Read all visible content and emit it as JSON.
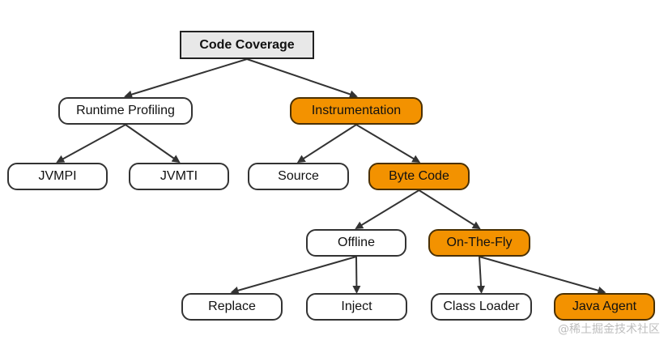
{
  "colors": {
    "highlight": "#f39200",
    "root_fill": "#e8e8e8",
    "default_fill": "#ffffff",
    "edge": "#333333"
  },
  "nodes": {
    "code_coverage": "Code Coverage",
    "runtime_profiling": "Runtime Profiling",
    "instrumentation": "Instrumentation",
    "jvmpi": "JVMPI",
    "jvmti": "JVMTI",
    "source": "Source",
    "byte_code": "Byte Code",
    "offline": "Offline",
    "on_the_fly": "On-The-Fly",
    "replace": "Replace",
    "inject": "Inject",
    "class_loader": "Class Loader",
    "java_agent": "Java Agent"
  },
  "highlighted": [
    "instrumentation",
    "byte_code",
    "on_the_fly",
    "java_agent"
  ],
  "edges": [
    [
      "code_coverage",
      "runtime_profiling"
    ],
    [
      "code_coverage",
      "instrumentation"
    ],
    [
      "runtime_profiling",
      "jvmpi"
    ],
    [
      "runtime_profiling",
      "jvmti"
    ],
    [
      "instrumentation",
      "source"
    ],
    [
      "instrumentation",
      "byte_code"
    ],
    [
      "byte_code",
      "offline"
    ],
    [
      "byte_code",
      "on_the_fly"
    ],
    [
      "offline",
      "replace"
    ],
    [
      "offline",
      "inject"
    ],
    [
      "on_the_fly",
      "class_loader"
    ],
    [
      "on_the_fly",
      "java_agent"
    ]
  ],
  "watermark": "@稀土掘金技术社区"
}
